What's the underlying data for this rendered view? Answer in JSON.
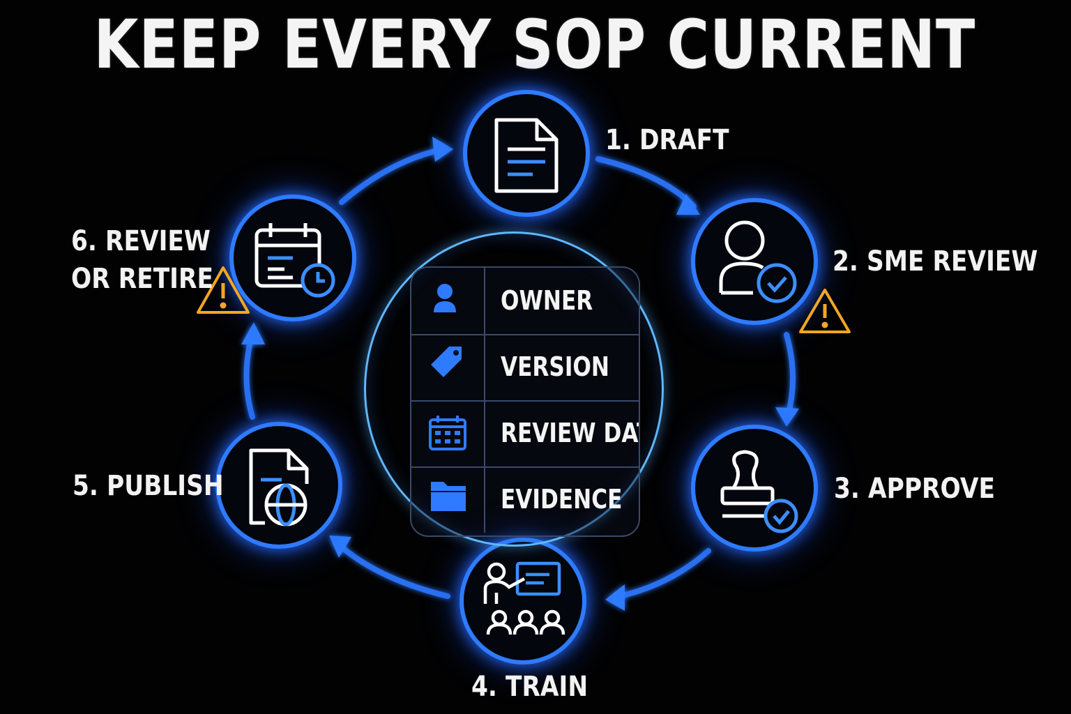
{
  "title": "KEEP EVERY SOP CURRENT",
  "steps": [
    {
      "label": "1. DRAFT",
      "icon": "document-icon"
    },
    {
      "label": "2. SME REVIEW",
      "icon": "user-check-icon",
      "warning": true
    },
    {
      "label": "3. APPROVE",
      "icon": "stamp-check-icon"
    },
    {
      "label": "4. TRAIN",
      "icon": "training-presentation-icon"
    },
    {
      "label": "5. PUBLISH",
      "icon": "document-globe-icon"
    },
    {
      "label_line1": "6. REVIEW",
      "label_line2": "OR RETIRE",
      "icon": "calendar-clock-icon",
      "warning": true
    }
  ],
  "fields": [
    {
      "label": "OWNER",
      "icon": "person-icon"
    },
    {
      "label": "VERSION",
      "icon": "tag-icon"
    },
    {
      "label": "REVIEW DATE",
      "icon": "calendar-icon"
    },
    {
      "label": "EVIDENCE",
      "icon": "folder-icon"
    }
  ],
  "colors": {
    "background": "#020203",
    "ring": "#2f7bff",
    "arrow": "#2a6ff0",
    "icon": "#ffffff",
    "accent": "#3d8eff",
    "warning": "#f5a623",
    "text": "#f2f2f2"
  }
}
